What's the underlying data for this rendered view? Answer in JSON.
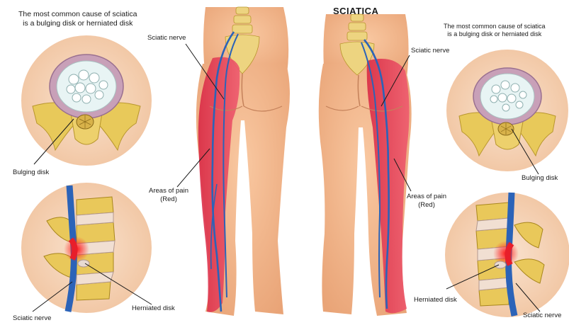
{
  "title": "SCIATICA",
  "left": {
    "caption_line1": "The most common cause of sciatica",
    "caption_line2": "is a bulging disk or herniated disk",
    "bulging_disk": "Bulging disk",
    "herniated_disk": "Herniated disk",
    "sciatic_nerve": "Sciatic nerve"
  },
  "center": {
    "sciatic_nerve_left": "Sciatic nerve",
    "areas_left_1": "Areas of pain",
    "areas_left_2": "(Red)",
    "sciatic_nerve_right": "Sciatic nerve",
    "areas_right_1": "Areas of pain",
    "areas_right_2": "(Red)"
  },
  "right": {
    "caption_line1": "The most common cause of sciatica",
    "caption_line2": "is a bulging disk or herniated disk",
    "bulging_disk": "Bulging disk",
    "herniated_disk": "Herniated disk",
    "sciatic_nerve": "Sciatic nerve"
  },
  "colors": {
    "skin": "#f4b98c",
    "skin_shade": "#e79b6c",
    "pain": "#e2364f",
    "nerve": "#2b63b8",
    "bone": "#e8c95a",
    "disk_bg": "#f6d8be"
  }
}
